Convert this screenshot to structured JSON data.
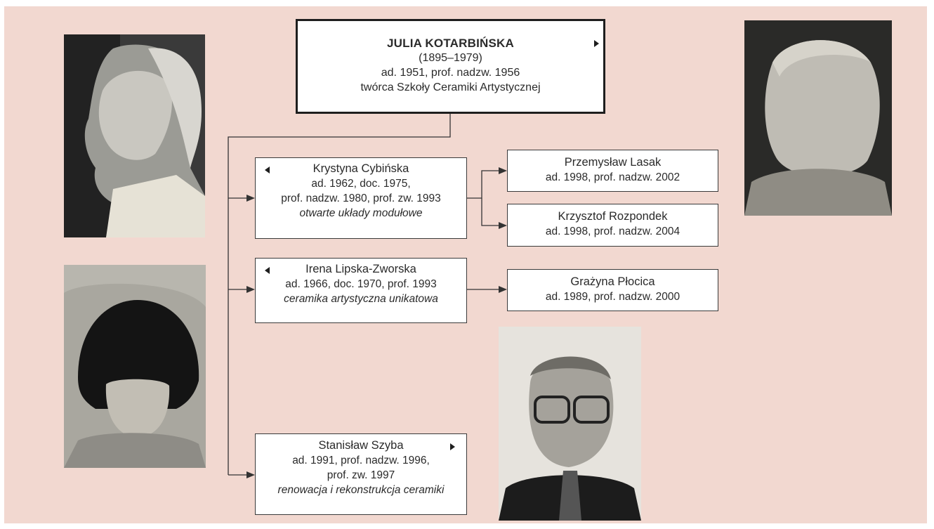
{
  "root": {
    "name": "JULIA KOTARBIŃSKA",
    "lines": [
      "(1895–1979)",
      "ad. 1951, prof. nadzw. 1956",
      "twórca Szkoły Ceramiki Artystycznej"
    ]
  },
  "students": [
    {
      "name": "Krystyna Cybińska",
      "lines": [
        "ad. 1962, doc. 1975,",
        "prof. nadzw. 1980, prof. zw. 1993"
      ],
      "specialty": "otwarte układy modułowe"
    },
    {
      "name": "Irena Lipska-Zworska",
      "lines": [
        "ad. 1966, doc. 1970, prof. 1993"
      ],
      "specialty": "ceramika artystyczna unikatowa"
    },
    {
      "name": "Stanisław Szyba",
      "lines": [
        "ad. 1991, prof. nadzw. 1996,",
        "prof. zw. 1997"
      ],
      "specialty": "renowacja i rekonstrukcja ceramiki"
    }
  ],
  "grandstudents": [
    {
      "name": "Przemysław Lasak",
      "lines": [
        "ad. 1998, prof. nadzw. 2002"
      ]
    },
    {
      "name": "Krzysztof Rozpondek",
      "lines": [
        "ad. 1998, prof. nadzw. 2004"
      ]
    },
    {
      "name": "Grażyna Płocica",
      "lines": [
        "ad. 1989, prof. nadzw. 2000"
      ]
    }
  ],
  "colors": {
    "background": "#f2d8d0",
    "box": "#ffffff",
    "line": "#333333"
  }
}
